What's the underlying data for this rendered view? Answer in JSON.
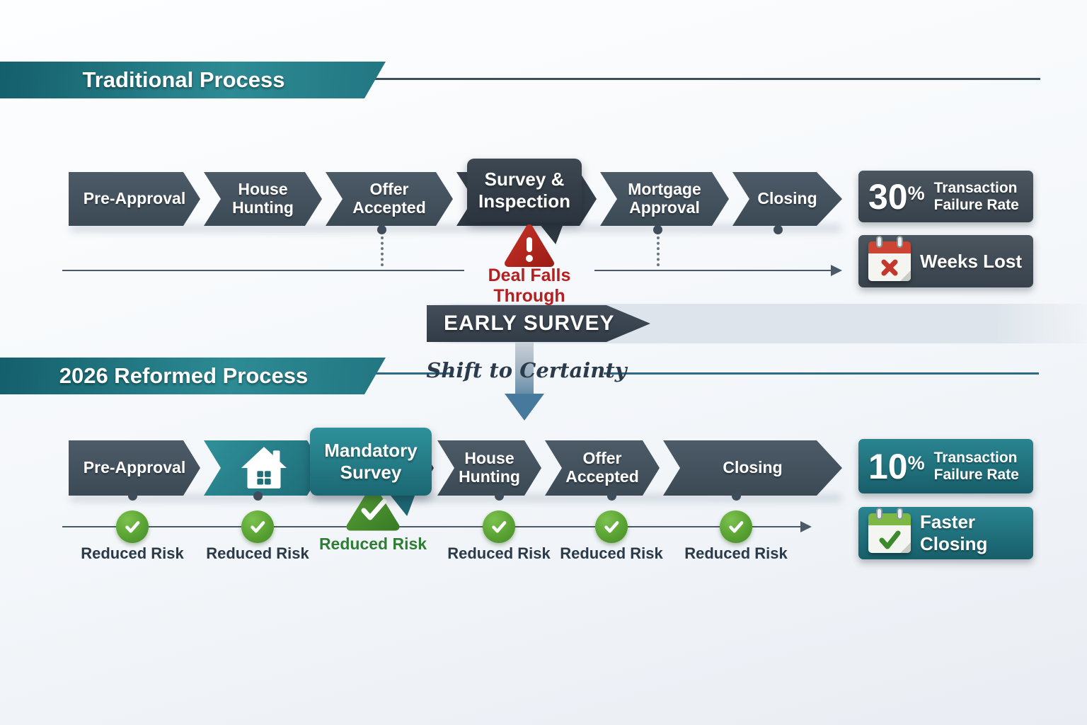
{
  "traditional": {
    "banner": "Traditional Process",
    "steps": [
      {
        "label": "Pre-Approval"
      },
      {
        "label": "House\nHunting"
      },
      {
        "label": "Offer\nAccepted"
      },
      {
        "label": "Mortgage\nApproval"
      },
      {
        "label": "Closing"
      }
    ],
    "callout_label": "Survey &\nInspection",
    "failure_label": "Deal Falls Through",
    "stat": {
      "value": "30",
      "unit": "%",
      "label": "Transaction\nFailure Rate"
    },
    "time_badge": "Weeks Lost"
  },
  "transition": {
    "arrow_label": "EARLY SURVEY",
    "caption": "Shift to Certainty"
  },
  "reformed": {
    "banner": "2026 Reformed Process",
    "steps": [
      {
        "label": "Pre-Approval"
      },
      {
        "label": "House\nHunting"
      },
      {
        "label": "Offer\nAccepted"
      },
      {
        "label": "Closing"
      }
    ],
    "callout_label": "Mandatory\nSurvey",
    "risk_items": [
      {
        "label": "Reduced Risk"
      },
      {
        "label": "Reduced Risk"
      },
      {
        "label": "Reduced Risk"
      },
      {
        "label": "Reduced Risk"
      },
      {
        "label": "Reduced Risk"
      },
      {
        "label": "Reduced Risk"
      }
    ],
    "stat": {
      "value": "10",
      "unit": "%",
      "label": "Transaction\nFailure Rate"
    },
    "time_badge": "Faster Closing"
  },
  "icons": {
    "warning": "warning-triangle-icon",
    "calendar_x": "calendar-x-icon",
    "calendar_check": "calendar-check-icon",
    "house": "house-icon",
    "check_circle": "check-circle-icon",
    "check_triangle": "check-triangle-icon"
  },
  "colors": {
    "teal": "#1f7380",
    "slate": "#41505c",
    "red": "#b3261e",
    "green": "#55a133",
    "line": "#4b5a66"
  }
}
